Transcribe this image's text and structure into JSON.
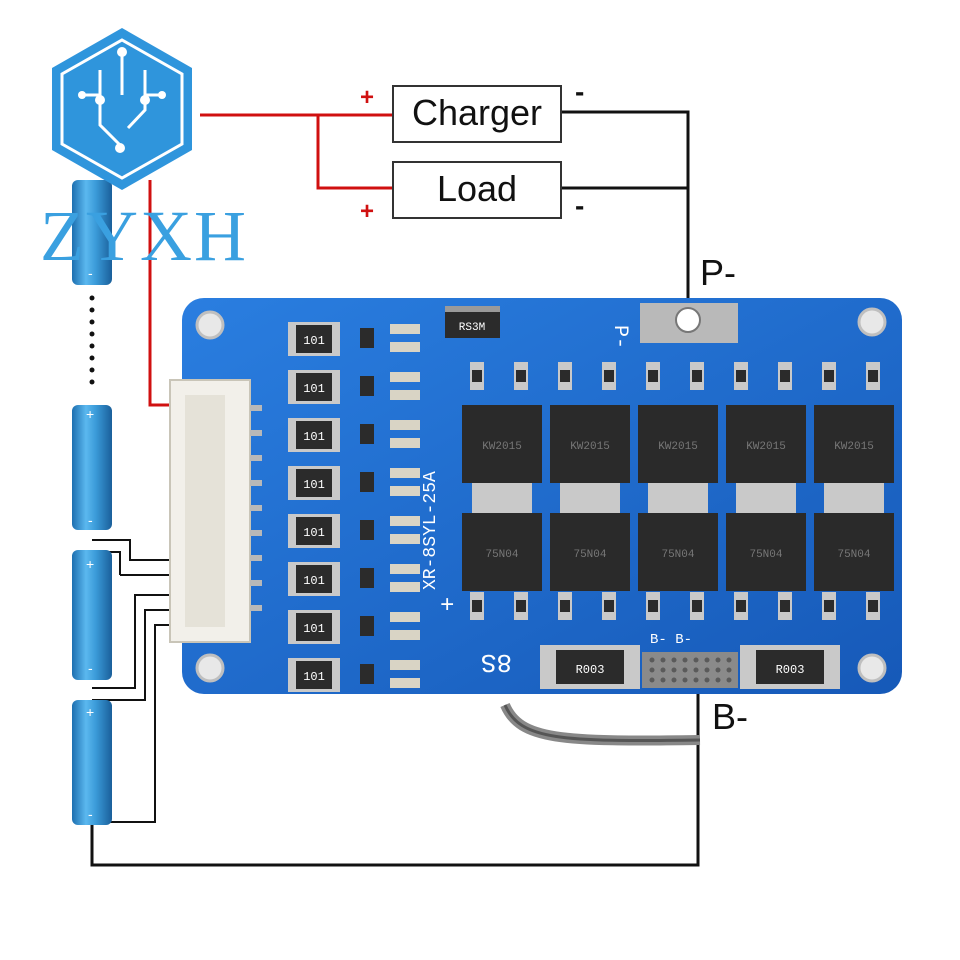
{
  "brand": {
    "text": "ZYXH"
  },
  "boxes": {
    "charger": "Charger",
    "load": "Load"
  },
  "terminals": {
    "p_minus": "P-",
    "b_minus": "B-"
  },
  "polarity": {
    "charger_plus": "+",
    "charger_minus": "-",
    "load_plus": "+",
    "load_minus": "-",
    "cell_plus": "+",
    "cell_minus": "-"
  },
  "board": {
    "model": "XR-8SYL-25A",
    "cell_count": "8S",
    "pad_p": "P-",
    "pad_b": "B-  B-",
    "pad_plus": "+",
    "resistor_code": "101",
    "shunt_code": "R003",
    "diode_code": "RS3M",
    "mosfet_top": "KW2015",
    "mosfet_bottom": "75N04"
  },
  "colors": {
    "pcb": "#1f6fcf",
    "positive_wire": "#d01010",
    "negative_wire": "#111111",
    "cell": "#3a9ad8",
    "brand": "#3aa0e0"
  }
}
